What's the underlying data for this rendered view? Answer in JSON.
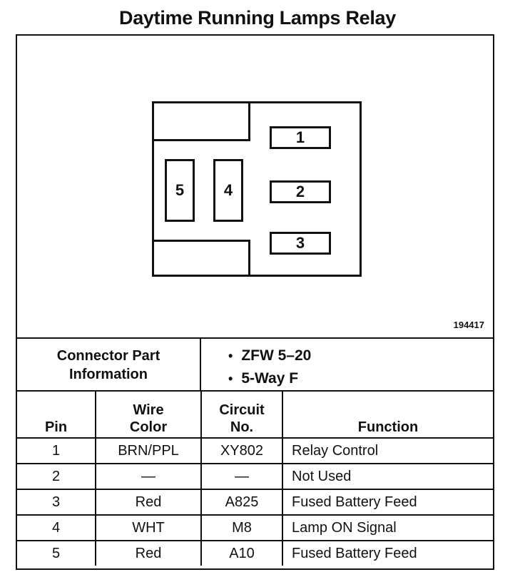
{
  "title": "Daytime Running Lamps Relay",
  "diagram": {
    "id": "194417",
    "pins": [
      "1",
      "2",
      "3",
      "4",
      "5"
    ]
  },
  "connector_info": {
    "label": "Connector Part\nInformation",
    "items": [
      "ZFW 5–20",
      "5-Way F"
    ]
  },
  "table": {
    "headers": {
      "pin": "Pin",
      "wire_color": "Wire\nColor",
      "circuit": "Circuit\nNo.",
      "function": "Function"
    },
    "rows": [
      {
        "pin": "1",
        "wire_color": "BRN/PPL",
        "circuit": "XY802",
        "function": "Relay Control"
      },
      {
        "pin": "2",
        "wire_color": "—",
        "circuit": "—",
        "function": "Not Used"
      },
      {
        "pin": "3",
        "wire_color": "Red",
        "circuit": "A825",
        "function": "Fused Battery Feed"
      },
      {
        "pin": "4",
        "wire_color": "WHT",
        "circuit": "M8",
        "function": "Lamp ON Signal"
      },
      {
        "pin": "5",
        "wire_color": "Red",
        "circuit": "A10",
        "function": "Fused Battery Feed"
      }
    ]
  }
}
